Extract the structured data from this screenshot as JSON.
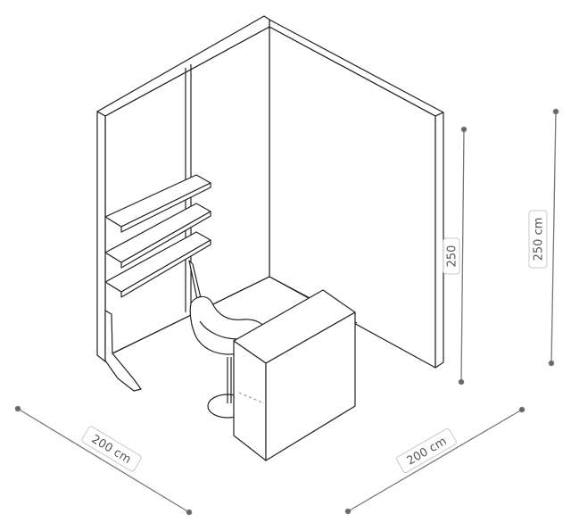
{
  "dimensions": {
    "panel_height": "250",
    "total_height": "250 cm",
    "width_left": "200 cm",
    "width_right": "200 cm"
  },
  "colors": {
    "line": "#222222",
    "dimension": "#777777",
    "label_text": "#555555"
  }
}
